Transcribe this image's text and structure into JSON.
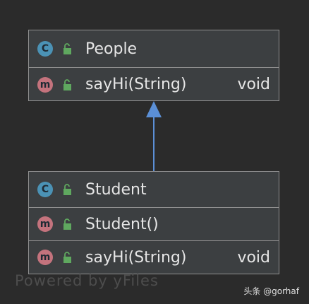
{
  "diagram": {
    "classes": [
      {
        "name": "People",
        "kind_badge": "C",
        "members": [
          {
            "badge": "m",
            "signature": "sayHi(String)",
            "return_type": "void"
          }
        ]
      },
      {
        "name": "Student",
        "kind_badge": "C",
        "members": [
          {
            "badge": "m",
            "signature": "Student()",
            "return_type": ""
          },
          {
            "badge": "m",
            "signature": "sayHi(String)",
            "return_type": "void"
          }
        ]
      }
    ],
    "relationship": {
      "type": "inheritance",
      "from": "Student",
      "to": "People"
    }
  },
  "watermarks": {
    "generator": "Powered by yFiles",
    "author": "头条 @gorhaf"
  },
  "colors": {
    "background": "#2b2b2b",
    "box_fill": "#3c3f41",
    "box_border": "#8f8f8f",
    "class_badge": "#4b92b5",
    "method_badge": "#c4737d",
    "lock": "#5fa85f",
    "arrow": "#5b8fd6"
  },
  "icons": {
    "class_badge": "class-c-icon",
    "method_badge": "method-m-icon",
    "visibility": "public-lock-icon"
  }
}
